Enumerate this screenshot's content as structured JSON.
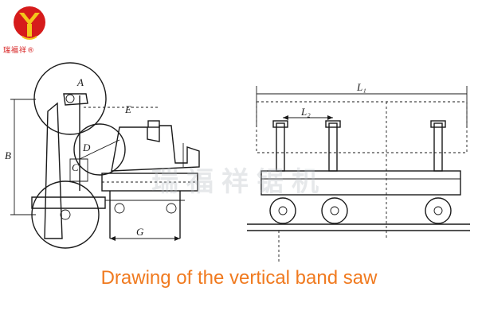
{
  "logo": {
    "mark": "company-logo-y-mark",
    "text": "瑞福祥",
    "registered": "®",
    "color": "#d61b1b"
  },
  "watermark": "瑞福祥锯机",
  "diagram_labels": {
    "A": "A",
    "B": "B",
    "C": "C",
    "D": "D",
    "E": "E",
    "G": "G",
    "L1": "L₁",
    "L2": "L₂"
  },
  "caption": "Drawing of the vertical band saw",
  "colors": {
    "caption": "#f07a1f",
    "line": "#1a1a1a",
    "watermark": "#b9bfc6"
  }
}
